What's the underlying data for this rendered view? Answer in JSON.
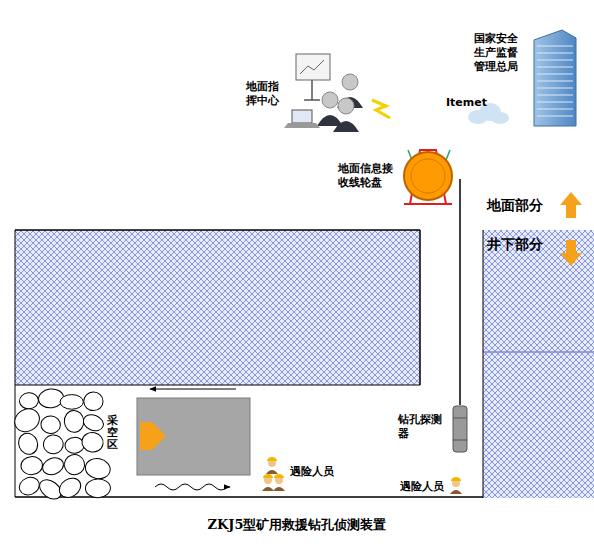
{
  "diagram": {
    "caption": "ZKJ5型矿用救援钻孔侦测装置",
    "nodes": [
      {
        "text": [
          "地面指挥中心"
        ]
      },
      {
        "text": [
          "国家安全生产监督管理总局"
        ]
      },
      {
        "text": [
          "地面信息接收线轮盘"
        ]
      },
      {
        "text": [
          "钻孔探测器"
        ]
      }
    ],
    "edges": [
      {
        "from": 2,
        "to": 3,
        "arrow": "none"
      }
    ],
    "labels": [
      "Itemet",
      "地面部分",
      "井下部分",
      "采空区",
      "遇险人员",
      "遇险人员"
    ]
  }
}
